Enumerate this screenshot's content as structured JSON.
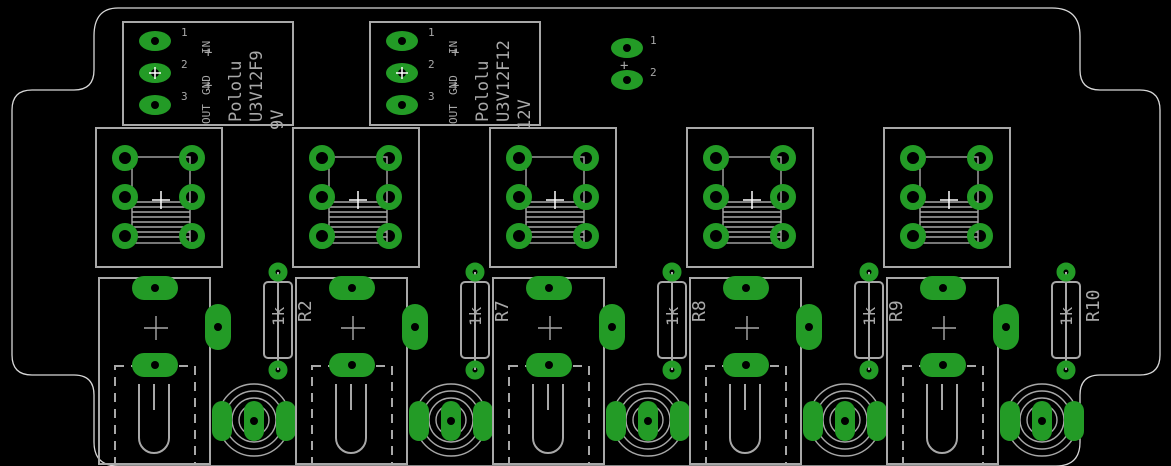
{
  "colors": {
    "background": "#000000",
    "copper": "#239b26",
    "silkscreen": "#a8a8a8",
    "outline": "#d8d8d8"
  },
  "regulators": [
    {
      "name": "Pololu",
      "part": "U3V12F9",
      "voltage": "9V",
      "pin_numbers": [
        "1",
        "2",
        "3"
      ],
      "pin_labels": [
        "IN",
        "GND",
        "OUT"
      ]
    },
    {
      "name": "Pololu",
      "part": "U3V12F12",
      "voltage": "12V",
      "pin_numbers": [
        "1",
        "2",
        "3"
      ],
      "pin_labels": [
        "IN",
        "GND",
        "OUT"
      ]
    }
  ],
  "connector": {
    "pin_numbers": [
      "1",
      "2"
    ]
  },
  "channels": [
    {
      "resistor_value": "1k",
      "resistor_name": "R2"
    },
    {
      "resistor_value": "1k",
      "resistor_name": "R7"
    },
    {
      "resistor_value": "1k",
      "resistor_name": "R8"
    },
    {
      "resistor_value": "1k",
      "resistor_name": "R9"
    },
    {
      "resistor_value": "1k",
      "resistor_name": "R10"
    }
  ]
}
